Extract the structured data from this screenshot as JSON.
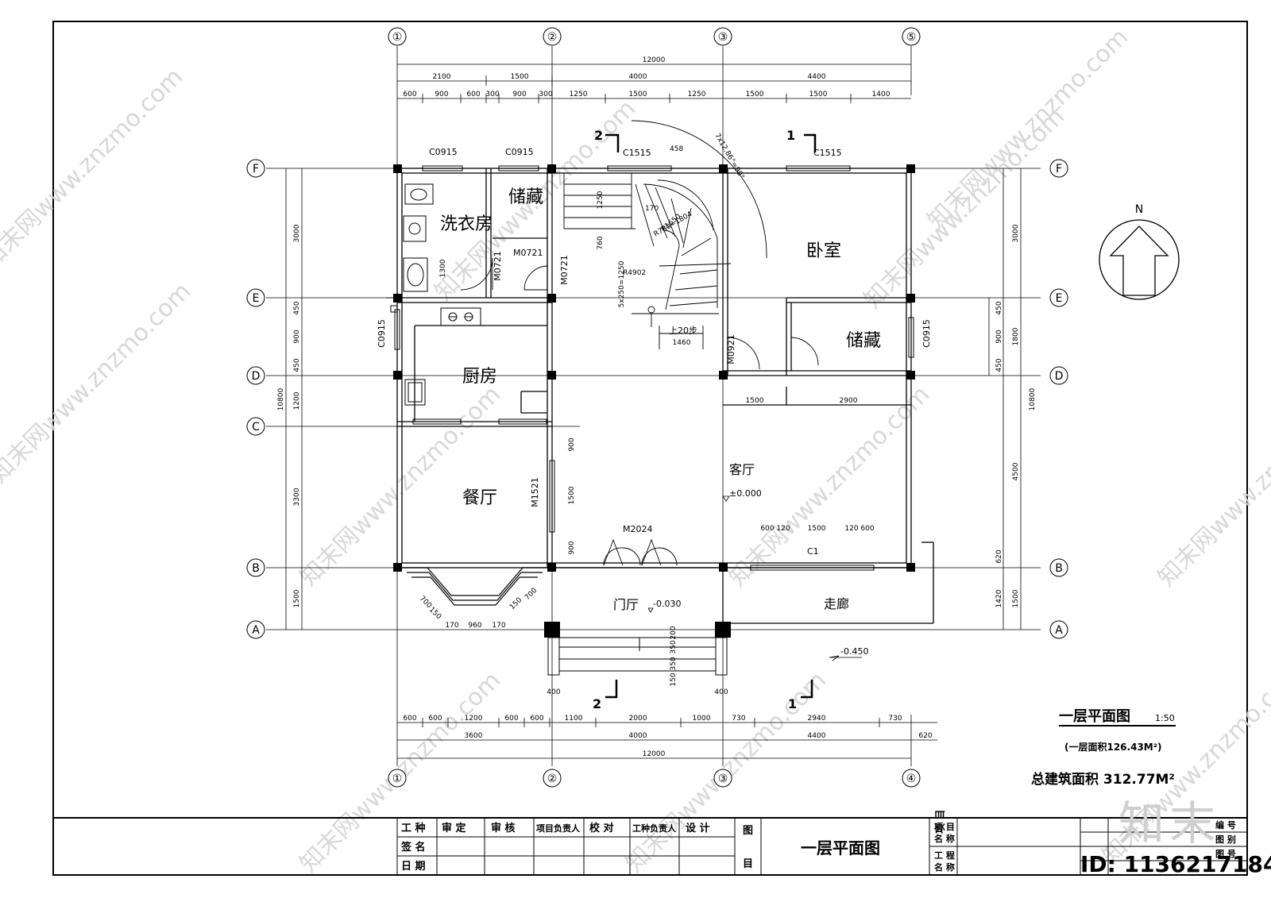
{
  "drawing": {
    "title": "一层平面图",
    "scale": "1:50",
    "area_note": "(一层面积126.43M²)",
    "total_area": "总建筑面积 312.77M²",
    "north": "N"
  },
  "axes": {
    "top": [
      "①",
      "②",
      "③",
      "⑤"
    ],
    "bottom": [
      "①",
      "②",
      "③",
      "④"
    ],
    "rows": [
      "F",
      "E",
      "D",
      "C",
      "B",
      "A"
    ]
  },
  "dims": {
    "top_total": "12000",
    "top_mid": [
      "2100",
      "1500",
      "4000",
      "4400"
    ],
    "top_detail": [
      "600",
      "900",
      "600",
      "300",
      "900",
      "300",
      "1250",
      "1500",
      "1250",
      "1500",
      "1500",
      "1400"
    ],
    "bottom_detail": [
      "600",
      "600",
      "1200",
      "600",
      "600",
      "1100",
      "2000",
      "1000",
      "730",
      "2940",
      "730"
    ],
    "bottom_mid": [
      "3600",
      "4000",
      "4400",
      "620"
    ],
    "bottom_total": "12000",
    "left_total": "10800",
    "left_detail": [
      "3000",
      "450",
      "900",
      "450",
      "1200",
      "3300",
      "1500"
    ],
    "right_total": "10800",
    "right_mid": [
      "3000",
      "1800",
      "4500",
      "1500"
    ],
    "right_detail": [
      "450",
      "900",
      "450",
      "620",
      "1420"
    ],
    "misc": [
      "1300",
      "1250",
      "760",
      "5x250=1250",
      "1460",
      "1500",
      "2900",
      "900",
      "1500",
      "900",
      "600",
      "120",
      "1500",
      "120",
      "600",
      "700",
      "150",
      "170",
      "960",
      "170",
      "150",
      "700",
      "200",
      "350",
      "350",
      "150",
      "400",
      "400",
      "458",
      "170"
    ]
  },
  "rooms": {
    "laundry": "洗衣房",
    "storage1": "储藏",
    "bedroom": "卧室",
    "storage2": "储藏",
    "kitchen": "厨房",
    "dining": "餐厅",
    "living": "客厅",
    "foyer": "门厅",
    "corridor": "走廊"
  },
  "openings": {
    "c0915_a": "C0915",
    "c0915_b": "C0915",
    "c1515_a": "C1515",
    "c1515_b": "C1515",
    "c0915_left": "C0915",
    "c0915_right": "C0915",
    "m0721_a": "M0721",
    "m0721_b": "M0721",
    "m0721_c": "M0721",
    "m0921": "M0921",
    "m1521": "M1521",
    "m2024": "M2024",
    "c1": "C1"
  },
  "stairs": {
    "up": "上20步",
    "r1": "R4902",
    "r2": "R1650",
    "r3": "R780=1804",
    "angle": "7x12.86°=90°"
  },
  "levels": {
    "living": "±0.000",
    "foyer": "-0.030",
    "outside": "-0.450"
  },
  "sections": {
    "s1": "1",
    "s2": "2"
  },
  "title_block": {
    "row1": [
      "工 种",
      "审 定",
      "审 核",
      "项目负责人",
      "校 对",
      "工种负责人",
      "设 计"
    ],
    "row2": "签 名",
    "row3": "日 期",
    "tu": "图",
    "mu": "目",
    "drawing_name": "一层平面图",
    "xiang_mu": "项 目",
    "ming_cheng": "名 称",
    "gong_cheng": "工 程",
    "ming_cheng2": "名 称",
    "bian_hao": "编 号",
    "tu_bie": "图 别",
    "tu_hao": "图 号"
  },
  "watermark": {
    "text": "知末网www.znzmo.com",
    "logo": "知末",
    "id": "ID: 1136217184"
  }
}
